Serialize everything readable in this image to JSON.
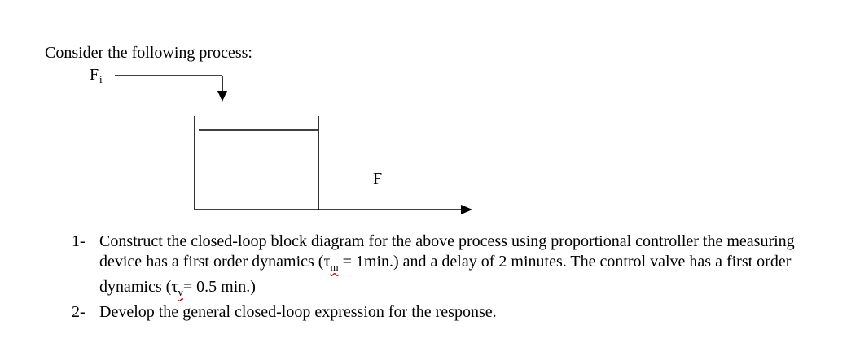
{
  "heading": "Consider the following process:",
  "diagram": {
    "inlet_label": "F",
    "inlet_sub": "i",
    "outlet_label": "F"
  },
  "questions": [
    {
      "number": "1-",
      "text_before_tau_m": "Construct the closed-loop block diagram for the above process using proportional  controller the measuring device has a first order dynamics (",
      "tau_symbol": "τ",
      "tau_m_sub": "m",
      "text_between": " = 1min.) and a delay of 2 minutes. The control valve has a first order dynamics (",
      "tau_v_sub": "v",
      "text_after": "= 0.5 min.)"
    },
    {
      "number": "2-",
      "text": "Develop the general closed-loop expression for the response."
    }
  ]
}
